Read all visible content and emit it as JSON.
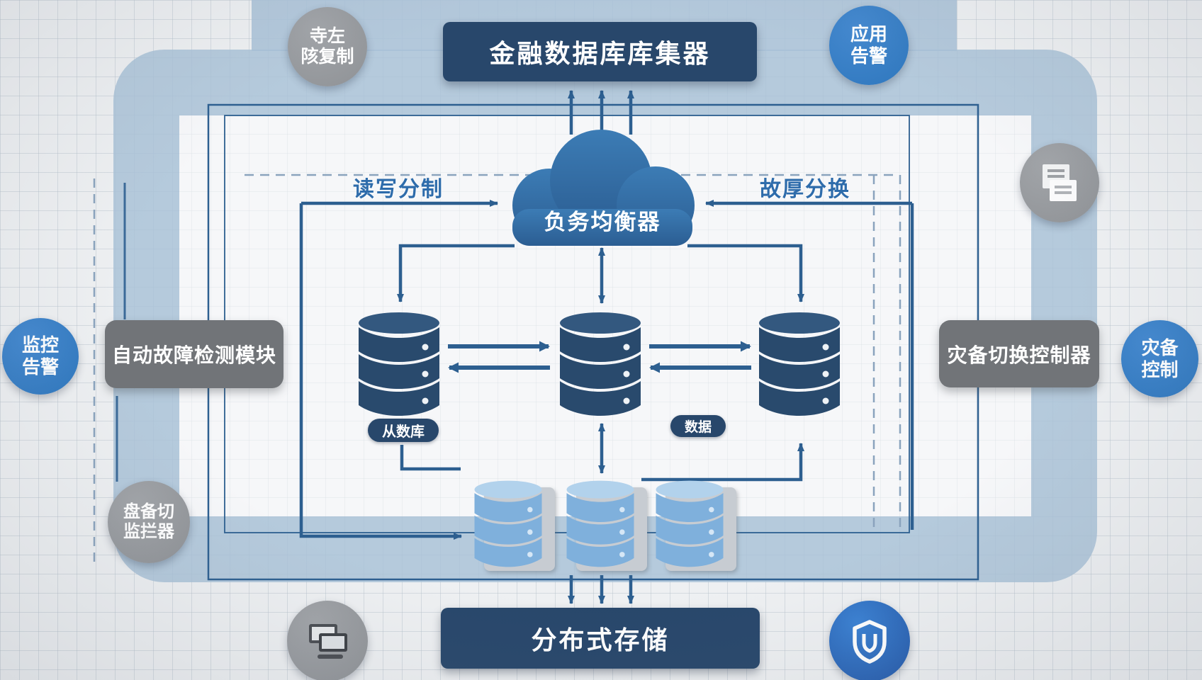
{
  "diagram": {
    "top_box": {
      "label": "金融数据库库集器"
    },
    "bottom_box": {
      "label": "分布式存储"
    },
    "cloud": {
      "label": "负务均衡器"
    },
    "flow_labels": {
      "read_write": "读写分制",
      "failover": "故厚分换"
    },
    "modules": {
      "fault_detection": {
        "label": "自动故障检测模块"
      },
      "dr_switch": {
        "label": "灾备切换控制器"
      }
    },
    "badges": {
      "slave_db": "从数库",
      "data": "数据"
    },
    "circles": {
      "monitoring_alert": {
        "line1": "监控",
        "line2": "告警"
      },
      "app_alert": {
        "line1": "应用",
        "line2": "告警"
      },
      "dr_control": {
        "line1": "灾备",
        "line2": "控制"
      },
      "master_replication": {
        "line1": "寺左",
        "line2": "陔复制"
      },
      "backup_switch_monitor": {
        "line1": "盘备切",
        "line2": "监拦器"
      }
    },
    "icons": [
      "document-icon",
      "monitors-icon",
      "shield-icon"
    ],
    "colors": {
      "navy": "#28476b",
      "line": "#2d5f90",
      "label_blue": "#2e6cab",
      "gray_module": "#717478",
      "circle_blue": "#2f77bd",
      "circle_gray": "#8f9296",
      "ring_band": "#a8c1d7",
      "dark_db": "#294a6d",
      "light_db": "#7fb0dc"
    }
  }
}
